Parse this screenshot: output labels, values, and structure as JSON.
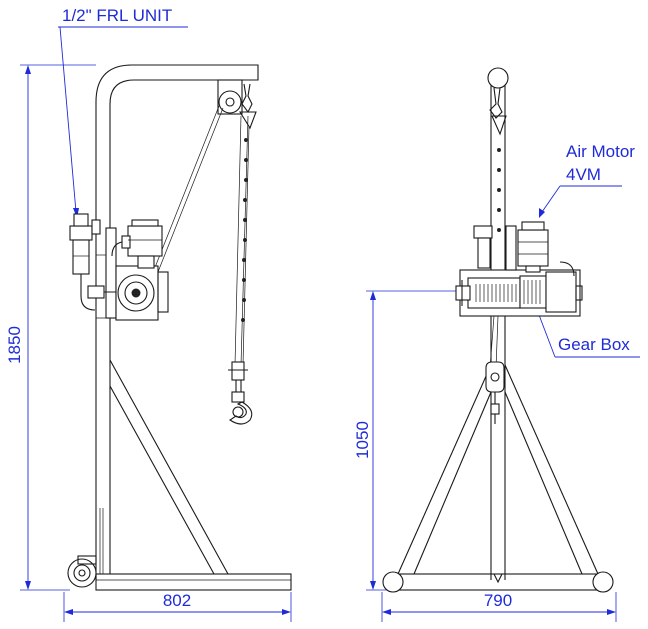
{
  "labels": {
    "frl_unit": "1/2\" FRL UNIT",
    "air_motor_line1": "Air Motor",
    "air_motor_line2": "4VM",
    "gear_box": "Gear Box"
  },
  "dimensions": {
    "overall_height": "1850",
    "side_width": "802",
    "front_width": "790",
    "hoist_height": "1050"
  },
  "colors": {
    "dimension": "#1f2bd8",
    "linework": "#1a1a1a"
  }
}
